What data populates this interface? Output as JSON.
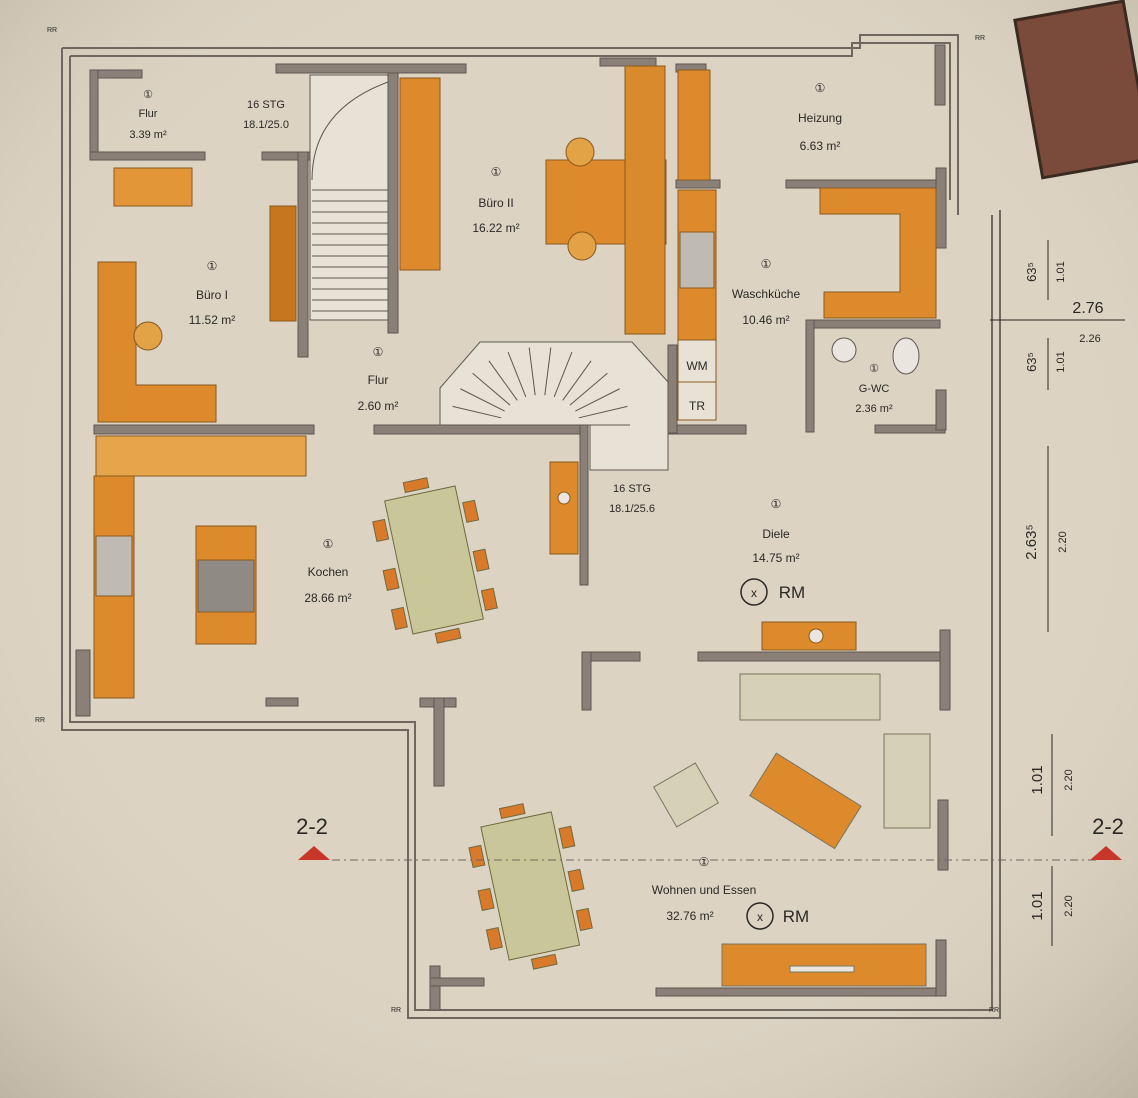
{
  "rooms": {
    "flur_top": {
      "num": "①",
      "name": "Flur",
      "area": "3.39 m²"
    },
    "buero1": {
      "num": "①",
      "name": "Büro I",
      "area": "11.52 m²"
    },
    "buero2": {
      "num": "①",
      "name": "Büro II",
      "area": "16.22 m²"
    },
    "heizung": {
      "num": "①",
      "name": "Heizung",
      "area": "6.63 m²"
    },
    "waschkueche": {
      "num": "①",
      "name": "Waschküche",
      "area": "10.46 m²"
    },
    "flur": {
      "num": "①",
      "name": "Flur",
      "area": "2.60 m²"
    },
    "gwc": {
      "num": "①",
      "name": "G-WC",
      "area": "2.36 m²"
    },
    "kochen": {
      "num": "①",
      "name": "Kochen",
      "area": "28.66 m²"
    },
    "diele": {
      "num": "①",
      "name": "Diele",
      "area": "14.75 m²"
    },
    "wohnen": {
      "num": "①",
      "name": "Wohnen und Essen",
      "area": "32.76 m²"
    }
  },
  "stairs": {
    "upper": {
      "steps": "16 STG",
      "ratio": "18.1/25.0"
    },
    "lower": {
      "steps": "16 STG",
      "ratio": "18.1/25.6"
    }
  },
  "appliances": {
    "wm": "WM",
    "tr": "TR"
  },
  "markers": {
    "rm_diele": "RM",
    "rm_wohnen": "RM",
    "x": "x",
    "rr": "RR"
  },
  "section": {
    "left": "2-2",
    "right": "2-2"
  },
  "dimensions": {
    "d1": "63⁵",
    "d1b": "1.01",
    "d2": "2.76",
    "d2b": "2.26",
    "d3": "63⁵",
    "d3b": "1.01",
    "d4": "2.63⁵",
    "d4b": "2.20",
    "d5": "1.01",
    "d5b": "2.20",
    "d6": "1.01",
    "d6b": "2.20"
  },
  "colors": {
    "paper": "#dcd3c3",
    "wall": "#8a8078",
    "furniture": "#d98a2c",
    "furniture_light": "#e6a54b",
    "table": "#c9c79a",
    "marker": "#c8362a"
  }
}
